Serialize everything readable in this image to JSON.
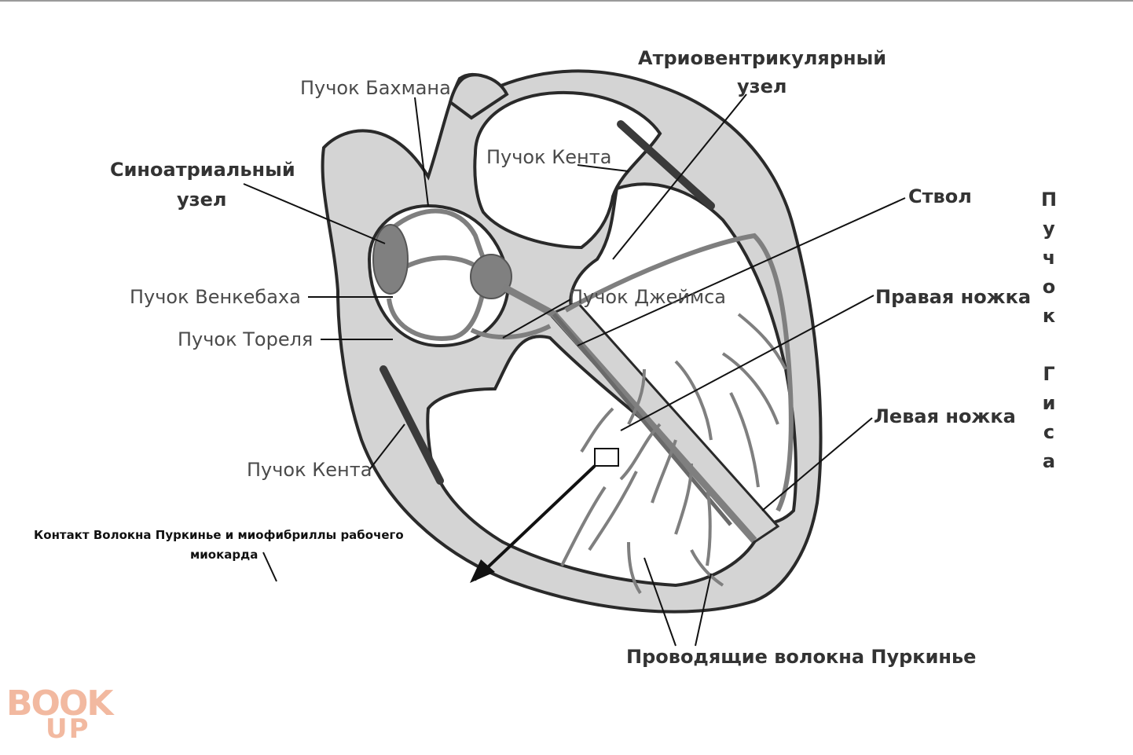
{
  "labels": {
    "bachmann": "Пучок Бахмана",
    "av_node": "Атриовентрикулярный",
    "av_node_2": "узел",
    "sa_node": "Синоатриальный",
    "sa_node_2": "узел",
    "kent_upper": "Пучок Кента",
    "trunk": "Ствол",
    "wenckebach": "Пучок Венкебаха",
    "james": "Пучок Джеймса",
    "right_branch": "Правая ножка",
    "thorel": "Пучок Тореля",
    "left_branch": "Левая ножка",
    "kent_lower": "Пучок Кента",
    "purkinje_contact": "Контакт Волокна Пуркинье и миофибриллы рабочего",
    "purkinje_contact_2": "миокарда",
    "purkinje_fibers": "Проводящие волокна Пуркинье"
  },
  "his_bundle_vertical": [
    "П",
    "у",
    "ч",
    "о",
    "к",
    "",
    "Г",
    "и",
    "с",
    "а"
  ],
  "logo": {
    "row1": "BOOK",
    "row2": "UP"
  },
  "colors": {
    "wall": "#d4d4d4",
    "outline": "#2a2a2a",
    "conduction": "#7f7f7f",
    "node": "#808080",
    "kent": "#3a3a3a",
    "label": "#4a4a4a",
    "logo": "#f2b9a0"
  }
}
